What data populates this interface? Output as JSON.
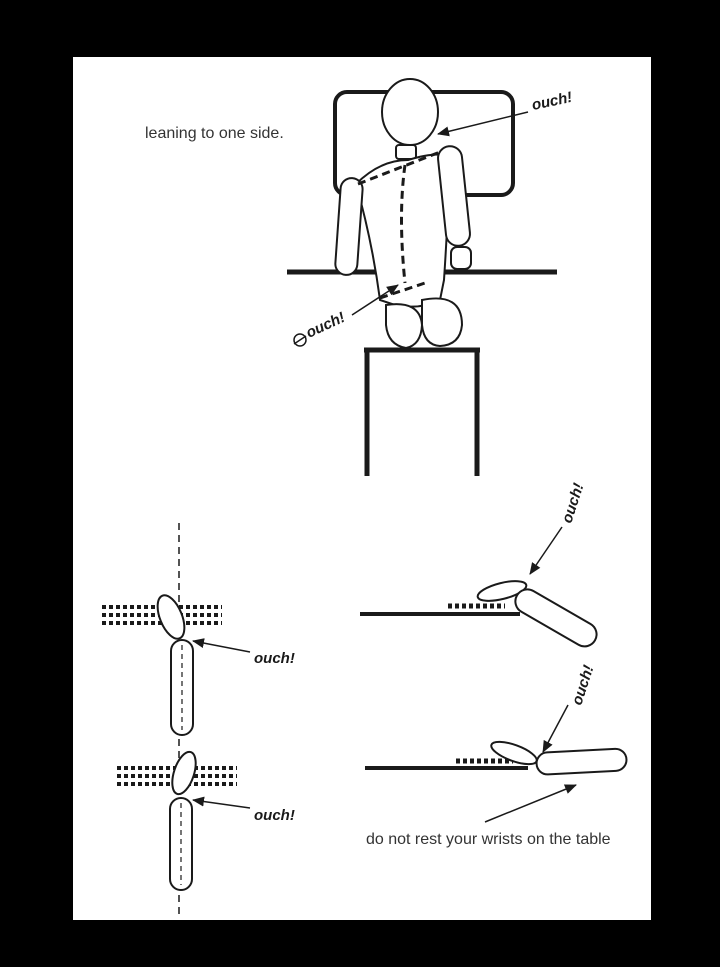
{
  "figure": {
    "caption_lean": "leaning to one side.",
    "ouch_neck": "ouch!",
    "ouch_hip": "ouch!",
    "ouch_wrist_top": "ouch!",
    "ouch_wrist_bottom": "ouch!",
    "ouch_hand_up": "ouch!",
    "ouch_hand_rest": "ouch!",
    "caption_wrists": "do not rest your wrists on the table"
  },
  "colors": {
    "frame": "#000000",
    "paper": "#ffffff",
    "ink": "#1a1a1a"
  }
}
